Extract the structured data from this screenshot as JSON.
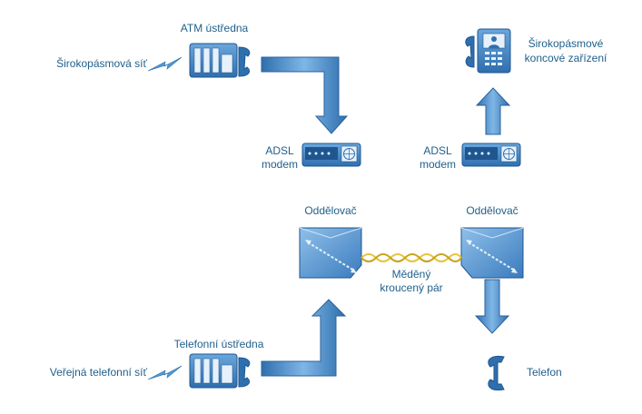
{
  "labels": {
    "atm_exchange": "ATM ústředna",
    "broadband_network": "Širokopásmová síť",
    "adsl_modem_left_line1": "ADSL",
    "adsl_modem_left_line2": "modem",
    "adsl_modem_right_line1": "ADSL",
    "adsl_modem_right_line2": "modem",
    "broadband_terminal_line1": "Širokopásmové",
    "broadband_terminal_line2": "koncové zařízení",
    "splitter_left": "Oddělovač",
    "splitter_right": "Oddělovač",
    "copper_pair_line1": "Měděný",
    "copper_pair_line2": "kroucený pár",
    "phone_exchange": "Telefonní ústředna",
    "public_phone_network": "Veřejná telefonní síť",
    "telephone": "Telefon"
  },
  "colors": {
    "label_text": "#1f5f8b",
    "arrow_fill": "#5b9bd5",
    "arrow_edge": "#2e6aa6",
    "device_fill": "#4a8ac8",
    "lightning": "#4e9ad8",
    "twisted_pair": "#e8c43a"
  },
  "icons": [
    "lightning-icon",
    "atm-switch-icon",
    "adsl-modem-icon",
    "videophone-icon",
    "splitter-icon",
    "telephone-icon"
  ]
}
